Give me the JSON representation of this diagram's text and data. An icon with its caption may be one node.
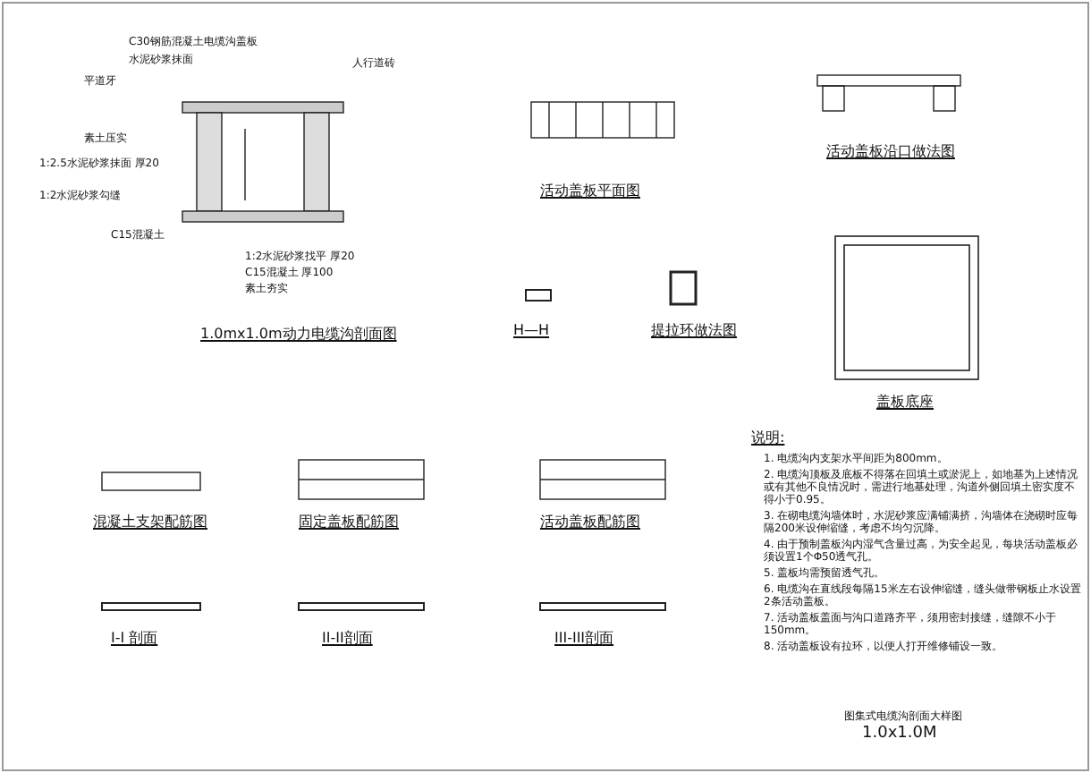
{
  "diagram": {
    "title": "图集式电缆沟剖面大样图",
    "caption": "1.0x1.0M",
    "labels": [
      "C30钢筋混凝土电缆沟盖板",
      "水泥砂浆抹面",
      "平道牙",
      "人行道砖",
      "素土压实",
      "1:2.5水泥砂浆抹面 厚20",
      "1:2水泥砂浆勾缝",
      "C15混凝土",
      "1:2水泥砂浆找平 厚20",
      "C15混凝土 厚100",
      "素土夯实",
      "1.0mx1.0m动力电缆沟剖面图",
      "活动盖板平面图",
      "H—H",
      "提拉环做法图",
      "活动盖板沿口做法图",
      "盖板底座",
      "混凝土支架配筋图",
      "固定盖板配筋图",
      "活动盖板配筋图",
      "I-I 剖面",
      "II-II剖面",
      "III-III剖面",
      "说明:",
      "1. 电缆沟内支架水平间距为800mm。",
      "2. 电缆沟顶板及底板不得落在回填土或淤泥上，如地基为上述情况或有其他不良情况时，需进行地基处理，沟道外侧回填土密实度不得小于0.95。",
      "3. 在砌电缆沟墙体时，水泥砂浆应满铺满挤，沟墙体在浇砌时应每隔200米设伸缩缝，考虑不均匀沉降。",
      "4. 由于预制盖板沟内湿气含量过高，为安全起见，每块活动盖板必须设置1个Φ50透气孔。",
      "5. 盖板均需预留透气孔。",
      "6. 电缆沟在直线段每隔15米左右设伸缩缝，缝头做带钢板止水设置2条活动盖板。",
      "7. 活动盖板盖面与沟口道路齐平，须用密封接缝，缝隙不小于150mm。",
      "8. 活动盖板设有拉环，以便人打开维修铺设一致。"
    ]
  }
}
